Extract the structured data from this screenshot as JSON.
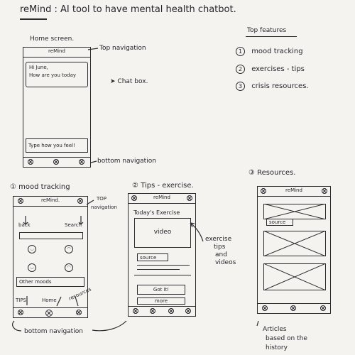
{
  "title": "reMind : AI tool to have mental health chatbot.",
  "home": {
    "label": "Home screen.",
    "app_name": "reMind",
    "greeting_line1": "Hi June,",
    "greeting_line2": "How are you today",
    "input_text": "Type how you feel!",
    "annot_top_nav": "Top navigation",
    "annot_chat_box": "Chat box.",
    "annot_bottom_nav": "bottom navigation"
  },
  "features": {
    "heading": "Top features",
    "items": [
      {
        "num": "1",
        "text": "mood tracking"
      },
      {
        "num": "2",
        "text": "exercises - tips"
      },
      {
        "num": "3",
        "text": "crisis resources."
      }
    ]
  },
  "mood": {
    "label": "① mood tracking",
    "app_name": "reMind.",
    "back": "back",
    "search": "Search",
    "other": "Other moods",
    "tips": "TIPS",
    "home": "Home",
    "resources": "resources",
    "annot_top_nav_1": "TOP",
    "annot_top_nav_2": "navigation",
    "annot_bottom_nav": "bottom navigation"
  },
  "tips": {
    "label": "② Tips - exercise.",
    "app_name": "reMind",
    "heading": "Today's Exercise",
    "video": "video",
    "source": "source",
    "got_it": "Got it!",
    "more": "more",
    "annot_1": "exercise",
    "annot_2": "tips",
    "annot_3": "and",
    "annot_4": "videos"
  },
  "resources": {
    "label": "③ Resources.",
    "app_name": "reMind",
    "source": "source",
    "annot_1": "Articles",
    "annot_2": "based on the",
    "annot_3": "history"
  }
}
